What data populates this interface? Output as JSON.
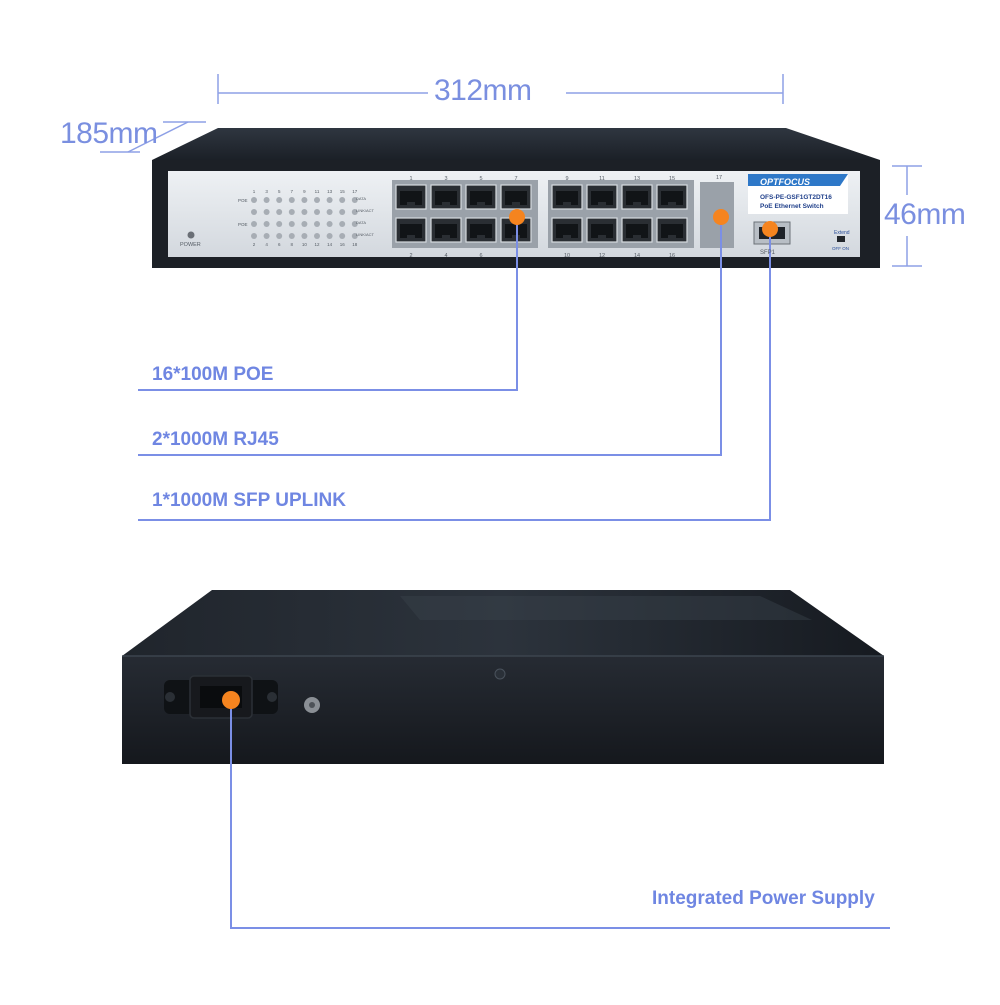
{
  "dimensions": {
    "length": "312mm",
    "depth": "185mm",
    "height": "46mm"
  },
  "front_panel": {
    "brand": "OPTFOCUS",
    "model": "OFS-PE-GSF1GT2DT16",
    "product": "PoE Ethernet Switch",
    "power_label": "POWER",
    "led_row_labels": [
      "POE",
      "POE"
    ],
    "led_side_labels": [
      "DATA",
      "LINK/ACT",
      "DATA",
      "LINK/ACT"
    ],
    "led_top_numbers": [
      "1",
      "3",
      "5",
      "7",
      "9",
      "11",
      "13",
      "15",
      "17"
    ],
    "led_bottom_numbers": [
      "2",
      "4",
      "6",
      "8",
      "10",
      "12",
      "14",
      "16",
      "18"
    ],
    "port_top_numbers": [
      "1",
      "3",
      "5",
      "7",
      "9",
      "11",
      "13",
      "15"
    ],
    "port_bottom_numbers": [
      "2",
      "4",
      "6",
      "10",
      "12",
      "14",
      "16"
    ],
    "uplink_port_number": "17",
    "sfp_label": "SFP1",
    "extend_label": "Extend",
    "switch_state": "OFF ON"
  },
  "callouts": {
    "poe_ports": "16*100M POE",
    "rj45_uplinks": "2*1000M RJ45",
    "sfp_uplink": "1*1000M SFP UPLINK",
    "power_supply": "Integrated Power Supply"
  },
  "colors": {
    "callout_line": "#7b8fe6",
    "callout_text": "#6f86e2",
    "marker": "#f5841f",
    "chassis": "#1c2026",
    "faceplate": "#dfe3e7"
  },
  "icons": {
    "marker": "orange-dot-icon",
    "power_led": "power-led-icon"
  }
}
